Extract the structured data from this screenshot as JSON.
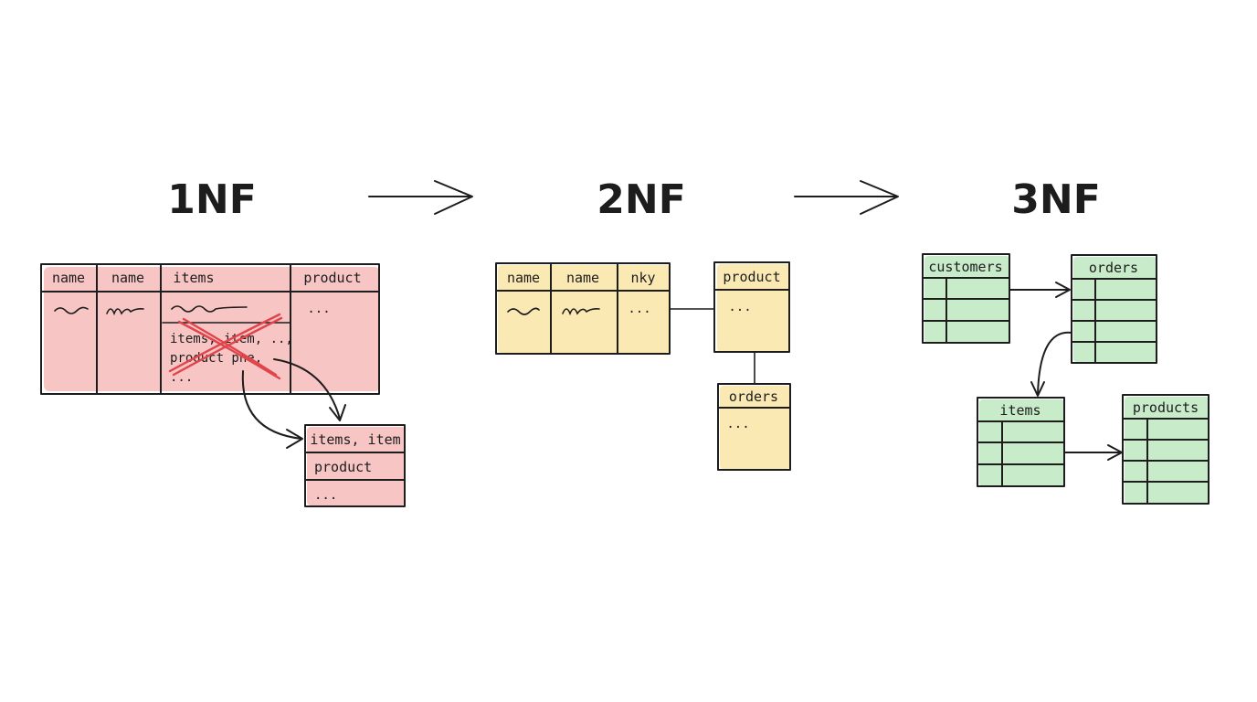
{
  "colors": {
    "red_fill": "#f8c5c5",
    "red_cross": "#e0454b",
    "yellow_fill": "#fbe9b4",
    "green_fill": "#c8ebc9",
    "ink": "#1d1d1d"
  },
  "titles": {
    "nf1": "1NF",
    "nf2": "2NF",
    "nf3": "3NF"
  },
  "nf1": {
    "headers": [
      "name",
      "name",
      "items",
      "product"
    ],
    "row1": [
      "~",
      "~",
      "~",
      "..."
    ],
    "nested": {
      "line1": "items, item, ..,",
      "line2": "product pne,",
      "line3": "..."
    },
    "split_table": {
      "rows": [
        "items, item",
        "product",
        "..."
      ]
    }
  },
  "nf2": {
    "main_headers": [
      "name",
      "name",
      "nky"
    ],
    "main_row": [
      "~",
      "~",
      "..."
    ],
    "product_table": {
      "header": "product",
      "row": "..."
    },
    "orders_table": {
      "header": "orders",
      "row": "..."
    }
  },
  "nf3": {
    "customers": "customers",
    "orders": "orders",
    "items": "items",
    "products": "products"
  }
}
